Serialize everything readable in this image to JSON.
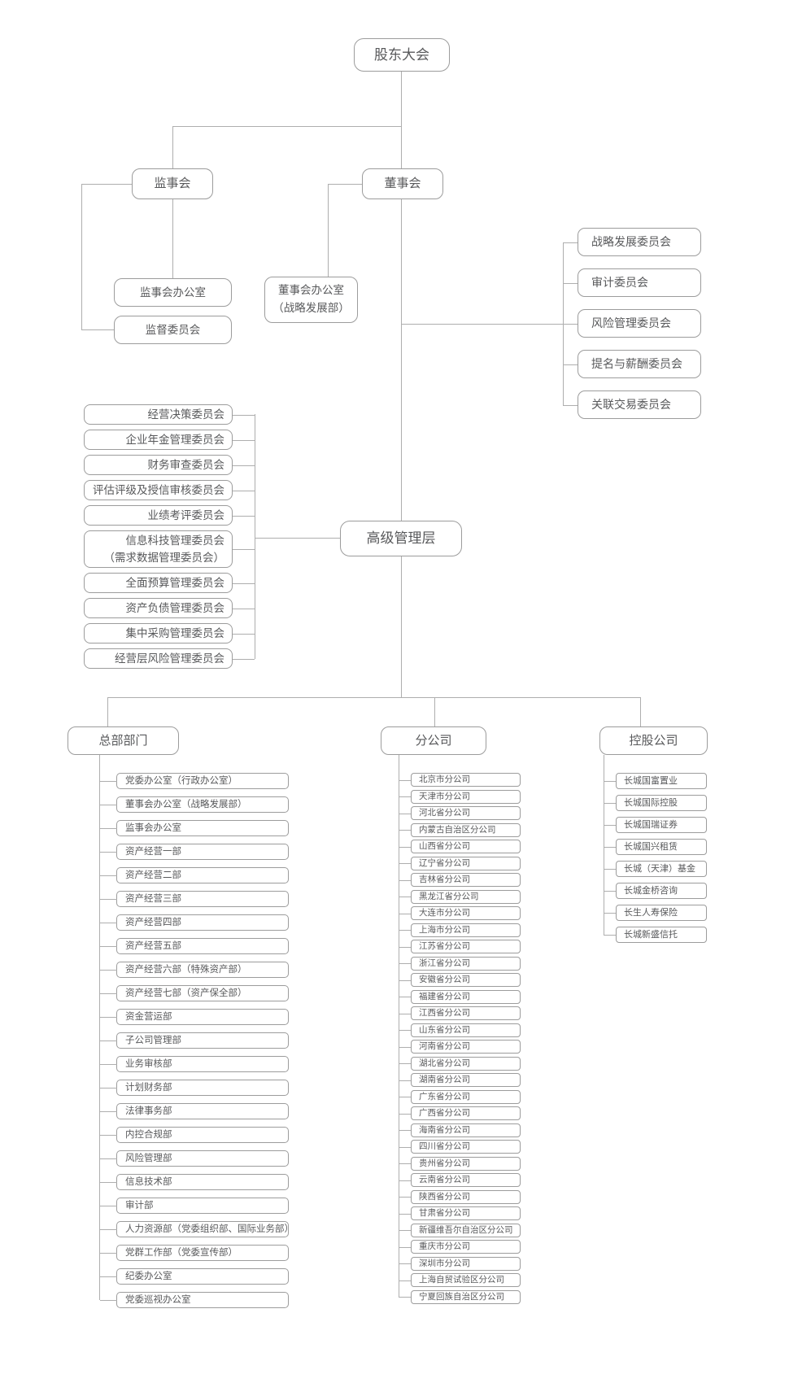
{
  "org": {
    "shareholders": "股东大会",
    "supervisory_board": "监事会",
    "supervisory_office": "监事会办公室",
    "supervision_committee": "监督委员会",
    "board": "董事会",
    "board_office": "董事会办公室\n（战略发展部）",
    "board_committees": [
      "战略发展委员会",
      "审计委员会",
      "风险管理委员会",
      "提名与薪酬委员会",
      "关联交易委员会"
    ],
    "senior_management": "高级管理层",
    "management_committees": [
      "经营决策委员会",
      "企业年金管理委员会",
      "财务审查委员会",
      "评估评级及授信审核委员会",
      "业绩考评委员会",
      "信息科技管理委员会\n（需求数据管理委员会）",
      "全面预算管理委员会",
      "资产负债管理委员会",
      "集中采购管理委员会",
      "经营层风险管理委员会"
    ],
    "hq": {
      "title": "总部部门",
      "items": [
        "党委办公室（行政办公室）",
        "董事会办公室（战略发展部）",
        "监事会办公室",
        "资产经营一部",
        "资产经营二部",
        "资产经营三部",
        "资产经营四部",
        "资产经营五部",
        "资产经营六部（特殊资产部）",
        "资产经营七部（资产保全部）",
        "资金营运部",
        "子公司管理部",
        "业务审核部",
        "计划财务部",
        "法律事务部",
        "内控合规部",
        "风险管理部",
        "信息技术部",
        "审计部",
        "人力资源部（党委组织部、国际业务部）",
        "党群工作部（党委宣传部）",
        "纪委办公室",
        "党委巡视办公室"
      ]
    },
    "branches": {
      "title": "分公司",
      "items": [
        "北京市分公司",
        "天津市分公司",
        "河北省分公司",
        "内蒙古自治区分公司",
        "山西省分公司",
        "辽宁省分公司",
        "吉林省分公司",
        "黑龙江省分公司",
        "大连市分公司",
        "上海市分公司",
        "江苏省分公司",
        "浙江省分公司",
        "安徽省分公司",
        "福建省分公司",
        "江西省分公司",
        "山东省分公司",
        "河南省分公司",
        "湖北省分公司",
        "湖南省分公司",
        "广东省分公司",
        "广西省分公司",
        "海南省分公司",
        "四川省分公司",
        "贵州省分公司",
        "云南省分公司",
        "陕西省分公司",
        "甘肃省分公司",
        "新疆维吾尔自治区分公司",
        "重庆市分公司",
        "深圳市分公司",
        "上海自贸试验区分公司",
        "宁夏回族自治区分公司"
      ]
    },
    "holdings": {
      "title": "控股公司",
      "items": [
        "长城国富置业",
        "长城国际控股",
        "长城国瑞证券",
        "长城国兴租赁",
        "长城（天津）基金",
        "长城金桥咨询",
        "长生人寿保险",
        "长城新盛信托"
      ]
    }
  },
  "colors": {
    "box_border": "#9c9c9c",
    "line": "#aeaeae",
    "text": "#58595b"
  }
}
